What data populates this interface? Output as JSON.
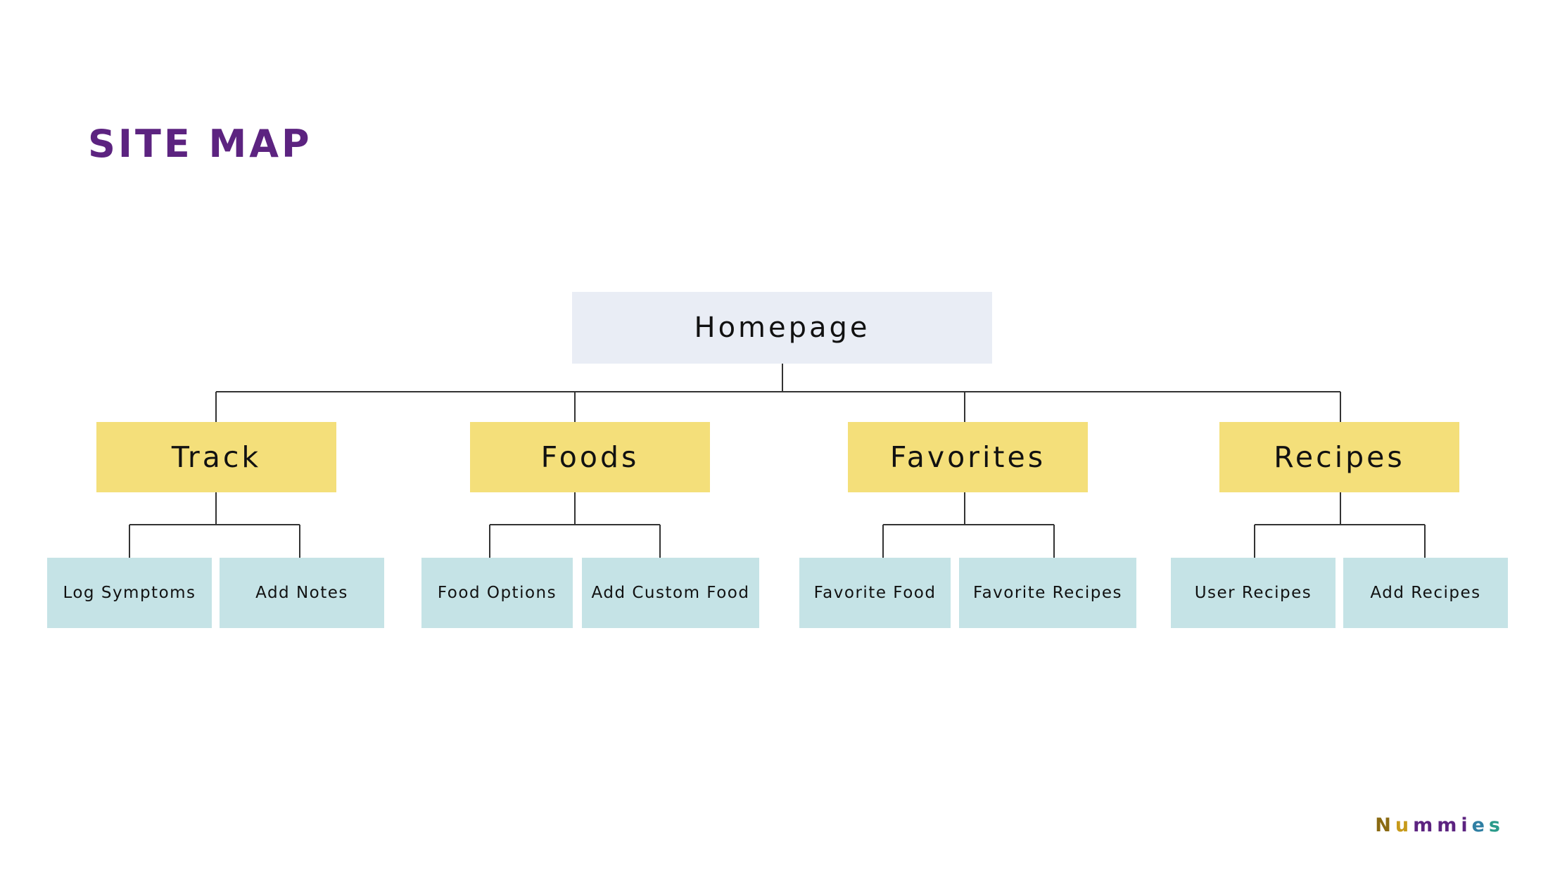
{
  "page": {
    "title": "SITE MAP"
  },
  "sitemap": {
    "root": "Homepage",
    "sections": [
      {
        "label": "Track",
        "children": [
          "Log Symptoms",
          "Add Notes"
        ]
      },
      {
        "label": "Foods",
        "children": [
          "Food Options",
          "Add Custom Food"
        ]
      },
      {
        "label": "Favorites",
        "children": [
          "Favorite Food",
          "Favorite Recipes"
        ]
      },
      {
        "label": "Recipes",
        "children": [
          "User Recipes",
          "Add Recipes"
        ]
      }
    ]
  },
  "brand": {
    "letters": [
      {
        "char": "N",
        "color": "#8a6a12"
      },
      {
        "char": "u",
        "color": "#c79a1a"
      },
      {
        "char": "m",
        "color": "#5c2380"
      },
      {
        "char": "m",
        "color": "#5c2380"
      },
      {
        "char": "i",
        "color": "#5c2380"
      },
      {
        "char": "e",
        "color": "#2f7fa3"
      },
      {
        "char": "s",
        "color": "#2a9a8a"
      }
    ]
  },
  "colors": {
    "title": "#5c2380",
    "root_fill": "#e9edf5",
    "section_fill": "#f4df7a",
    "leaf_fill": "#c5e3e6",
    "connector": "#333333"
  }
}
